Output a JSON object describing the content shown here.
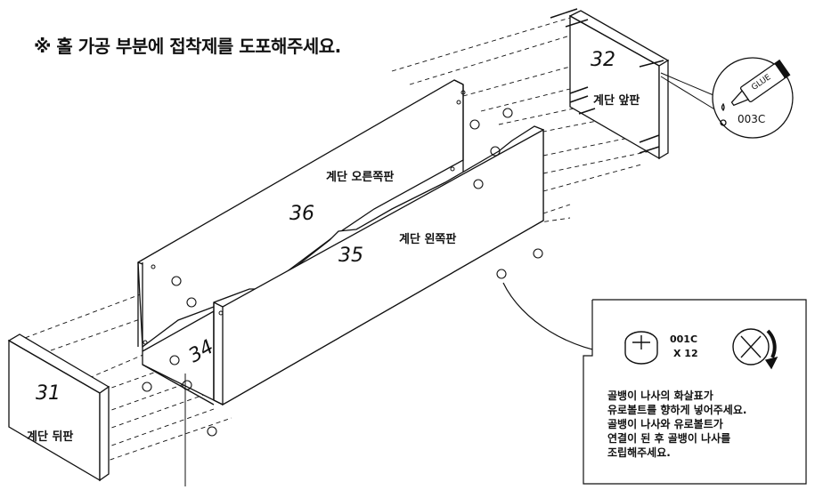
{
  "notice": "※ 홀 가공 부분에 접착제를 도포해주세요.",
  "parts": {
    "p31": {
      "num": "31",
      "name": "계단 뒤판"
    },
    "p32": {
      "num": "32",
      "name": "계단 앞판"
    },
    "p34": {
      "num": "34"
    },
    "p35": {
      "num": "35",
      "name": "계단 왼쪽판"
    },
    "p36": {
      "num": "36",
      "name": "계단 오른쪽판"
    }
  },
  "glue": {
    "tube_label": "GLUE",
    "code": "003C"
  },
  "hardware": {
    "code": "001C",
    "qty": "X 12"
  },
  "instructions": [
    "골뱅이 나사의 화살표가",
    "유로볼트를 향하게 넣어주세요.",
    "골뱅이 나사와 유로볼트가",
    "연결이 된 후 골뱅이 나사를",
    "조립해주세요."
  ],
  "colors": {
    "line": "#111111",
    "panel": "#ffffff",
    "dash": "#333333"
  }
}
